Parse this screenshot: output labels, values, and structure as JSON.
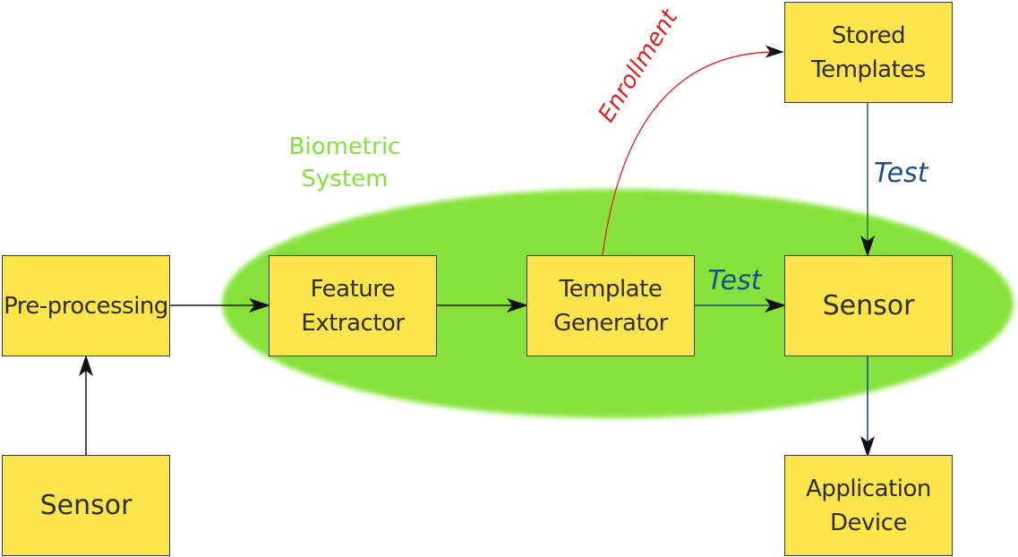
{
  "colors": {
    "box_fill": "#fce54c",
    "box_border": "#3c3c3c",
    "system_ellipse": "#86e23a",
    "system_label": "#80e13a",
    "test_arrow": "#1f4d8f",
    "enrollment_arrow": "#e01f1f",
    "stored_to_matcher_arrow": "#2d7a2d",
    "plain_arrow": "#1a1a1a"
  },
  "system_label": [
    "Biometric",
    "System"
  ],
  "nodes": {
    "sensor_input": {
      "lines": [
        "Sensor"
      ]
    },
    "preprocessing": {
      "lines": [
        "Pre-processing"
      ]
    },
    "feature_extractor": {
      "lines": [
        "Feature",
        "Extractor"
      ]
    },
    "template_generator": {
      "lines": [
        "Template",
        "Generator"
      ]
    },
    "matcher": {
      "lines": [
        "Sensor"
      ]
    },
    "stored_templates": {
      "lines": [
        "Stored",
        "Templates"
      ]
    },
    "application_device": {
      "lines": [
        "Application",
        "Device"
      ]
    }
  },
  "edge_labels": {
    "enrollment": "Enrollment",
    "test_from_generator": "Test",
    "test_from_stored": "Test"
  },
  "edges": [
    {
      "from": "sensor_input",
      "to": "preprocessing"
    },
    {
      "from": "preprocessing",
      "to": "feature_extractor"
    },
    {
      "from": "feature_extractor",
      "to": "template_generator"
    },
    {
      "from": "template_generator",
      "to": "matcher",
      "label": "Test"
    },
    {
      "from": "template_generator",
      "to": "stored_templates",
      "label": "Enrollment"
    },
    {
      "from": "stored_templates",
      "to": "matcher",
      "label": "Test"
    },
    {
      "from": "matcher",
      "to": "application_device"
    }
  ]
}
